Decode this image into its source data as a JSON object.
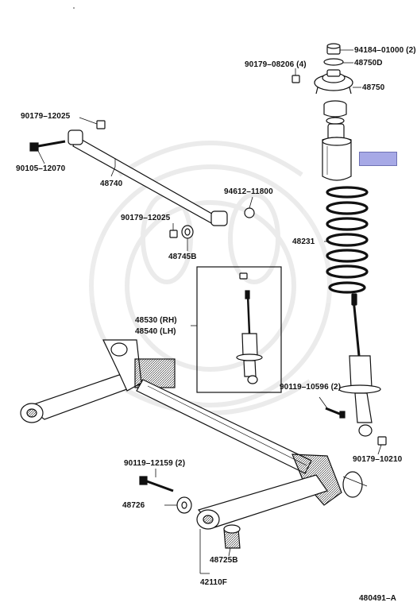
{
  "diagram": {
    "figure_code": "480491–A",
    "labels": {
      "p94184": "94184–01000 (2)",
      "p48750D": "48750D",
      "p90179_08206": "90179–08206 (4)",
      "p48750": "48750",
      "p90179_12025_top": "90179–12025",
      "p90105": "90105–12070",
      "p48740": "48740",
      "p94612": "94612–11800",
      "p90179_12025_mid": "90179–12025",
      "p48745B": "48745B",
      "p48231": "48231",
      "p48530": "48530 (RH)",
      "p48540": "48540 (LH)",
      "p90119_10596": "90119–10596 (2)",
      "p90179_10210": "90179–10210",
      "p90119_12159": "90119–12159 (2)",
      "p48726": "48726",
      "p48725B": "48725B",
      "p42110F": "42110F"
    },
    "highlight_color": "#a7a9e6"
  }
}
